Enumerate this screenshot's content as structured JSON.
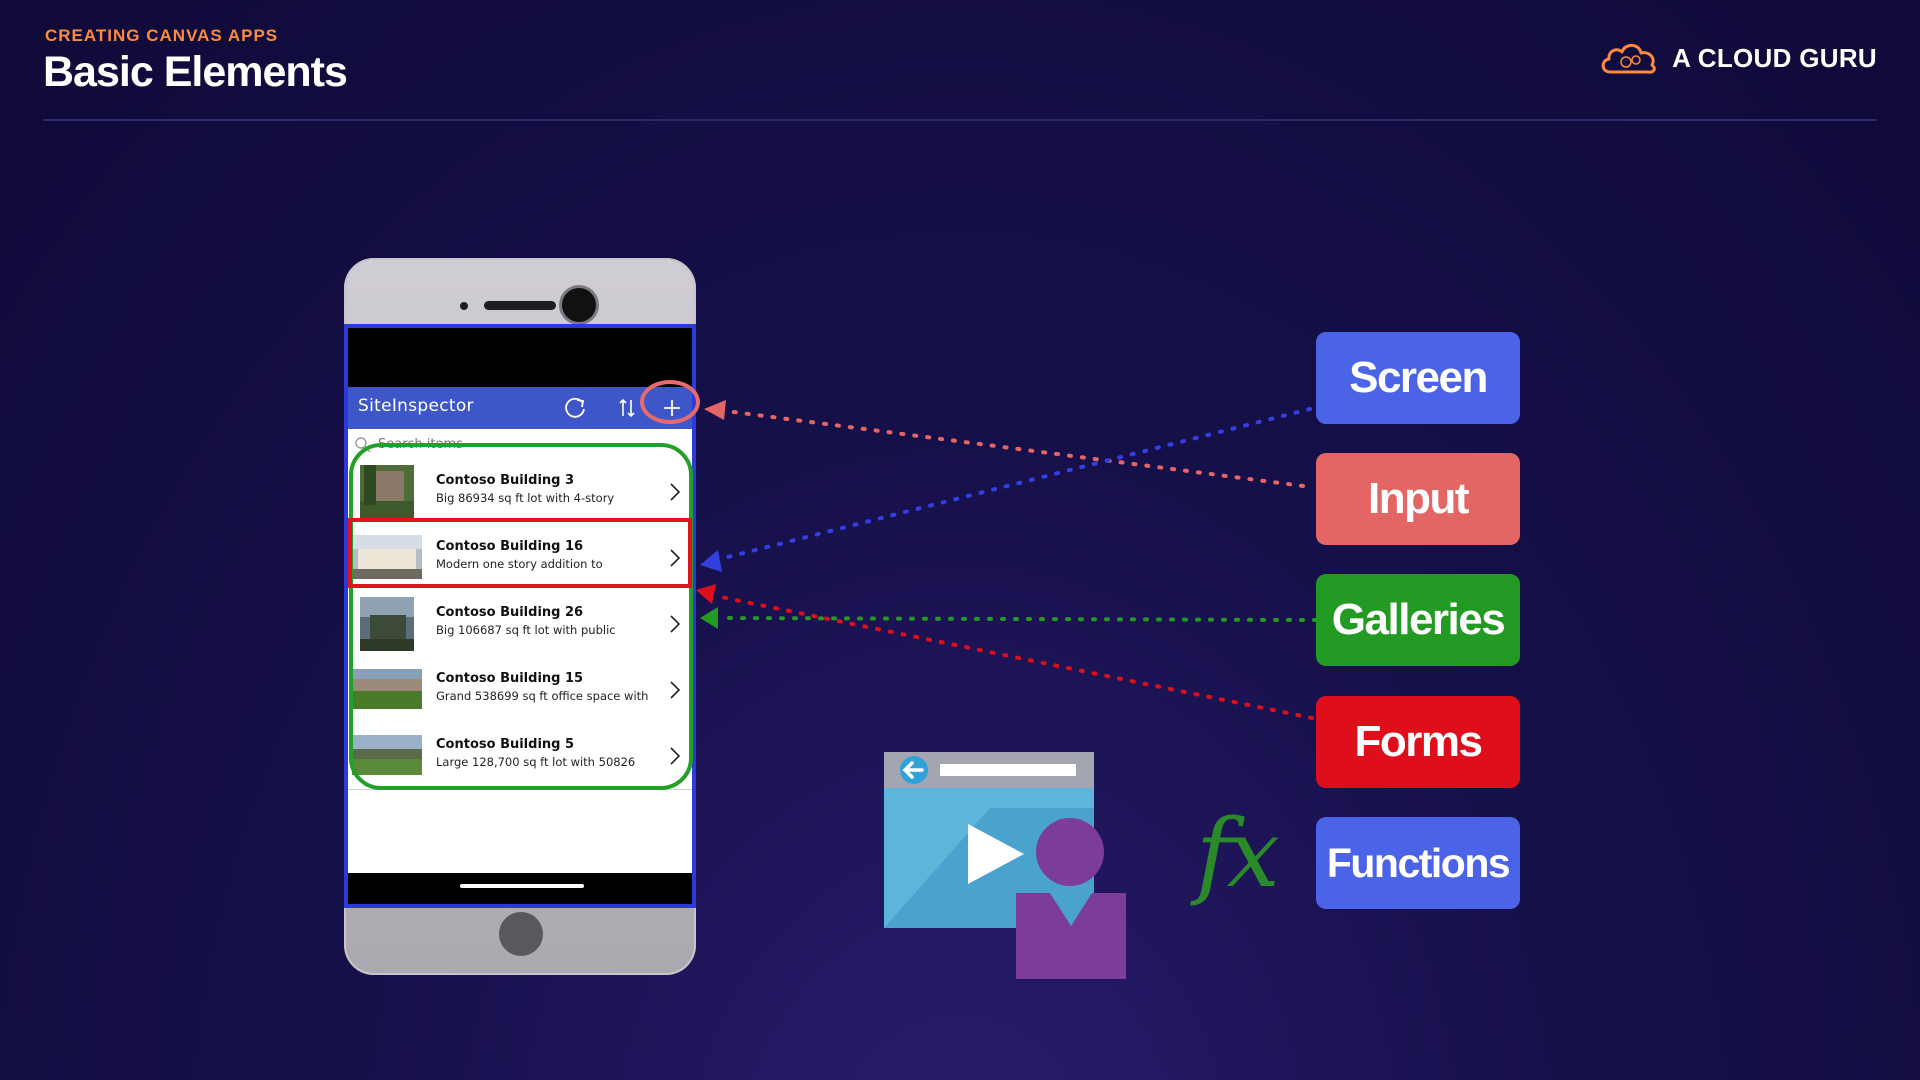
{
  "header": {
    "eyebrow": "CREATING CANVAS APPS",
    "title": "Basic Elements",
    "brand": "A CLOUD GURU"
  },
  "phone": {
    "app_title": "SiteInspector",
    "search_placeholder": "Search items",
    "items": [
      {
        "title": "Contoso Building 3",
        "subtitle": "Big 86934 sq ft lot with 4-story"
      },
      {
        "title": "Contoso Building 16",
        "subtitle": "Modern one story addition to"
      },
      {
        "title": "Contoso Building 26",
        "subtitle": "Big 106687 sq ft lot with public"
      },
      {
        "title": "Contoso Building 15",
        "subtitle": "Grand 538699 sq ft office space with"
      },
      {
        "title": "Contoso Building 5",
        "subtitle": "Large 128,700 sq ft lot with 50826"
      }
    ]
  },
  "labels": {
    "screen": "Screen",
    "input": "Input",
    "galleries": "Galleries",
    "forms": "Forms",
    "functions": "Functions",
    "fx": "fx"
  },
  "colors": {
    "accent_orange": "#ff8a3d",
    "screen_blue": "#4b63e6",
    "input_salmon": "#e46664",
    "galleries_green": "#239a23",
    "forms_red": "#de0f1b"
  }
}
